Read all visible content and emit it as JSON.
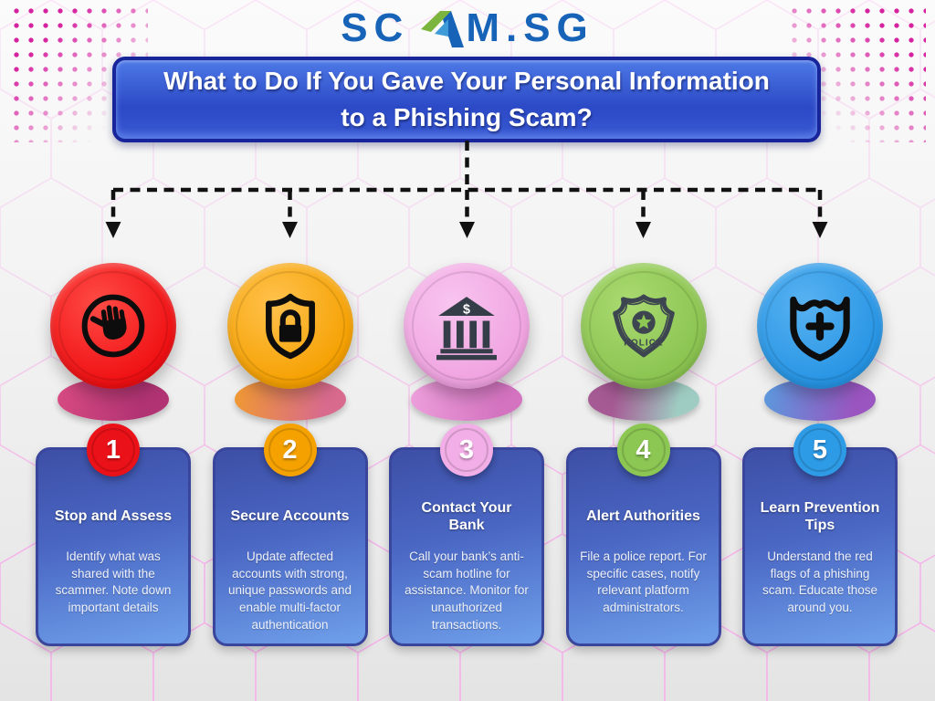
{
  "logo": {
    "name": "SCAM.SG",
    "part1": "SC",
    "part2": "M.SG",
    "mark": "stylized-mountain-a"
  },
  "title": {
    "line1": "What to Do If You Gave Your Personal Information",
    "line2": "to a Phishing Scam?"
  },
  "palette": {
    "background_top": "#fbfbfb",
    "background_bottom": "#e4e4e4",
    "hex_pattern_pink": "#f5b8ec",
    "corner_dot_pink": "#d6219f",
    "banner_fill_top": "#4d79e6",
    "banner_fill_bottom": "#2c49c6",
    "banner_border": "#18249a",
    "card_gradient_top": "#3d4fa6",
    "card_gradient_bottom": "#6fa0ea",
    "connector_black": "#111111",
    "logo_blue": "#1763b8",
    "logo_green": "#7cb53e",
    "logo_light_blue": "#3f9bd8"
  },
  "steps": [
    {
      "number": "1",
      "icon": "stop-hand-icon",
      "heading": "Stop and Assess",
      "body": "Identify what was shared with the scammer. Note down important details",
      "circle_color": "#ef0f12",
      "badge_color": "#ea1118",
      "base_gradient": [
        "#d84b82",
        "#b13373"
      ]
    },
    {
      "number": "2",
      "icon": "shield-lock-icon",
      "heading": "Secure Accounts",
      "body": "Update affected accounts with strong, unique passwords and enable multi-factor authentication",
      "circle_color": "#f5a000",
      "badge_color": "#f5a201",
      "base_gradient": [
        "#f09a30",
        "#d86a8e"
      ]
    },
    {
      "number": "3",
      "icon": "bank-icon",
      "heading": "Contact Your Bank",
      "body": "Call your bank’s anti-scam hotline for assistance. Monitor for unauthorized transactions.",
      "circle_color": "#f0a2e0",
      "badge_color": "#f2aee6",
      "base_gradient": [
        "#eda0dc",
        "#d473c0"
      ]
    },
    {
      "number": "4",
      "icon": "police-badge-icon",
      "heading": "Alert Authorities",
      "body": "File a police report. For specific cases, notify relevant platform administrators.",
      "circle_color": "#8ac350",
      "badge_color": "#8cc653",
      "base_gradient": [
        "#a65a94",
        "#9fccc2"
      ]
    },
    {
      "number": "5",
      "icon": "shield-plus-icon",
      "heading": "Learn Prevention Tips",
      "body": "Understand the red flags of a phishing scam. Educate those around you.",
      "circle_color": "#2694e4",
      "badge_color": "#2e9be6",
      "base_gradient": [
        "#5a9ade",
        "#9a55c0"
      ]
    }
  ]
}
